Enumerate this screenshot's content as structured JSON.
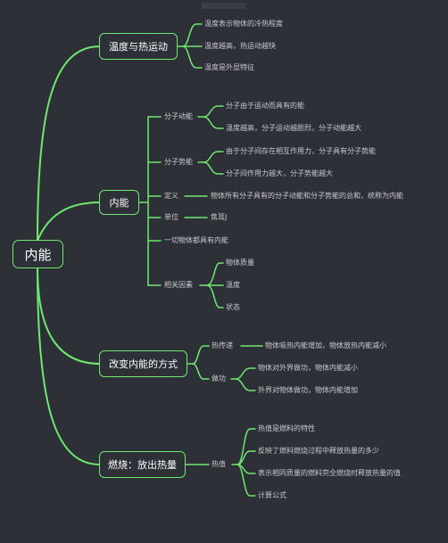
{
  "watermark": "",
  "root": {
    "label": "内能"
  },
  "branch1": {
    "label": "温度与热运动",
    "items": [
      "温度表示物体的冷热程度",
      "温度越高，热运动越快",
      "温度是外显特征"
    ]
  },
  "branch2": {
    "label": "内能",
    "kinetic": {
      "label": "分子动能",
      "items": [
        "分子由于运动而具有的能",
        "温度越高，分子运动越剧烈，分子动能越大"
      ]
    },
    "potential": {
      "label": "分子势能",
      "items": [
        "由于分子间存在相互作用力，分子具有分子势能",
        "分子间作用力越大，分子势能越大"
      ]
    },
    "definition": {
      "label": "定义",
      "value": "物体所有分子具有的分子动能和分子势能的总和，统称为内能"
    },
    "unit": {
      "label": "单位",
      "value": "焦耳J"
    },
    "all": "一切物体都具有内能",
    "factors": {
      "label": "相关因素",
      "items": [
        "物体质量",
        "温度",
        "状态"
      ]
    }
  },
  "branch3": {
    "label": "改变内能的方式",
    "heat_transfer": {
      "label": "热传递",
      "value": "物体吸热内能增加，物体放热内能减小"
    },
    "work": {
      "label": "做功",
      "items": [
        "物体对外界做功，物体内能减小",
        "外界对物体做功，物体内能增加"
      ]
    }
  },
  "branch4": {
    "label": "燃烧：放出热量",
    "heat_value": {
      "label": "热值",
      "items": [
        "热值是燃料的特性",
        "反映了燃料燃烧过程中释放热量的多少",
        "表示相同质量的燃料完全燃烧时释放热量的值",
        "计算公式"
      ]
    }
  },
  "colors": {
    "background": "#2e3038",
    "line": "#6ee86e",
    "text": "#c9c9cc"
  }
}
